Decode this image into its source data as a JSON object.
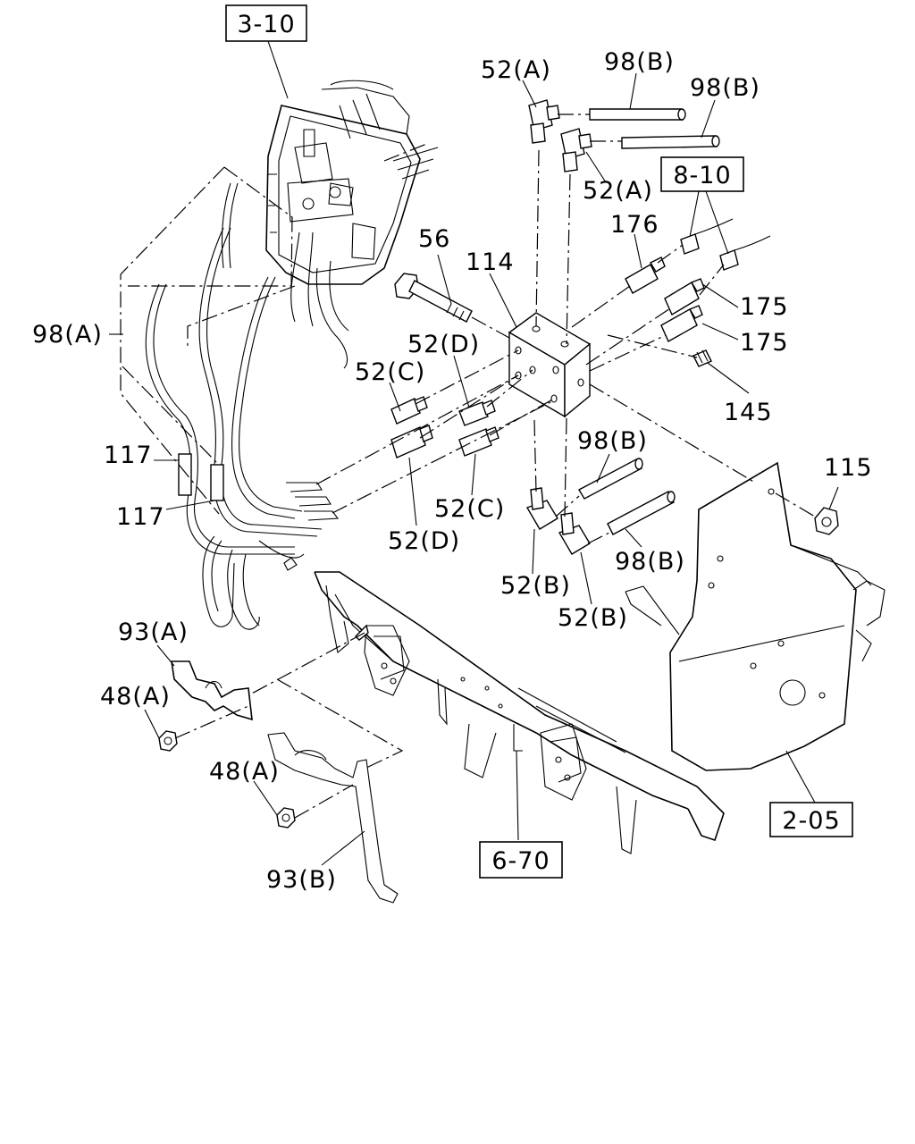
{
  "ref_boxes": {
    "r310": "3-10",
    "r810": "8-10",
    "r205": "2-05",
    "r670": "6-70"
  },
  "labels": {
    "p52a_top": "52(A)",
    "p98b_1": "98(B)",
    "p98b_2": "98(B)",
    "p52a_mid": "52(A)",
    "p176": "176",
    "p56": "56",
    "p114": "114",
    "p175_1": "175",
    "p175_2": "175",
    "p98a": "98(A)",
    "p52d_1": "52(D)",
    "p52c_1": "52(C)",
    "p145": "145",
    "p117_1": "117",
    "p98b_3": "98(B)",
    "p115": "115",
    "p117_2": "117",
    "p52c_2": "52(C)",
    "p52d_2": "52(D)",
    "p98b_4": "98(B)",
    "p52b_1": "52(B)",
    "p52b_2": "52(B)",
    "p93a": "93(A)",
    "p48a_1": "48(A)",
    "p48a_2": "48(A)",
    "p93b": "93(B)"
  }
}
